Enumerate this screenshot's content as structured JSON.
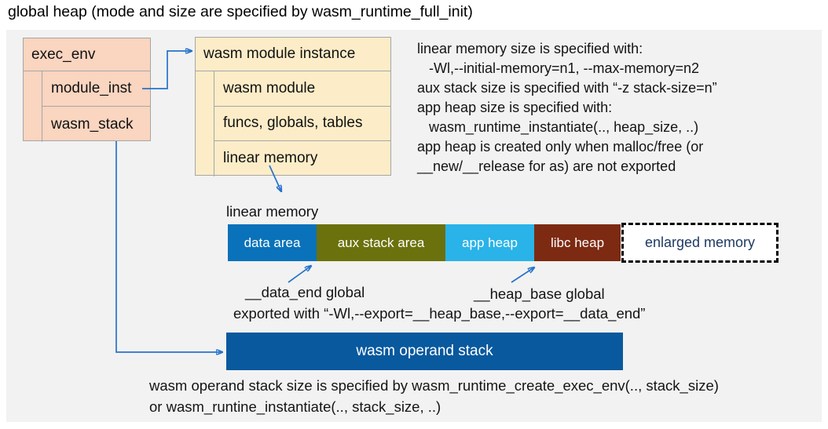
{
  "title": "global heap (mode and size are specified by wasm_runtime_full_init)",
  "exec_env": {
    "header": "exec_env",
    "rows": [
      "module_inst",
      "wasm_stack"
    ]
  },
  "module_instance": {
    "header": "wasm module instance",
    "rows": [
      "wasm module",
      "funcs, globals, tables",
      "linear memory"
    ]
  },
  "notes_right": {
    "lines": [
      "linear memory size is specified with:",
      "   -Wl,--initial-memory=n1, --max-memory=n2",
      "aux stack size is specified with “-z stack-size=n”",
      "app heap size is specified with:",
      "   wasm_runtime_instantiate(.., heap_size, ..)",
      "app heap is created only when malloc/free (or",
      "__new/__release for as) are not exported"
    ]
  },
  "linear_memory": {
    "label": "linear memory",
    "segments": [
      {
        "label": "data area",
        "color": "#0a72ba"
      },
      {
        "label": "aux stack area",
        "color": "#6b710c"
      },
      {
        "label": "app heap",
        "color": "#29b3e8"
      },
      {
        "label": "libc heap",
        "color": "#7d2a12"
      }
    ],
    "enlarged_label": "enlarged memory"
  },
  "annotations": {
    "data_end": "__data_end global",
    "heap_base": "__heap_base global",
    "exported": "exported with “-Wl,--export=__heap_base,--export=__data_end”"
  },
  "operand_stack": {
    "label": "wasm operand stack"
  },
  "notes_bottom": {
    "lines": [
      "wasm operand stack size is specified by wasm_runtime_create_exec_env(.., stack_size)",
      "or wasm_runtine_instantiate(.., stack_size, ..)"
    ]
  },
  "colors": {
    "panel_bg": "#f2f2f2",
    "exec_env_box": "#fad5c0",
    "module_instance_box": "#fcedc8",
    "box_border": "#a6a6a6",
    "data_area": "#0a72ba",
    "aux_stack_area": "#6b710c",
    "app_heap": "#29b3e8",
    "libc_heap": "#7d2a12",
    "operand_stack": "#08599e",
    "enlarged_memory_text": "#1e3a63",
    "connector": "#2673cb"
  }
}
